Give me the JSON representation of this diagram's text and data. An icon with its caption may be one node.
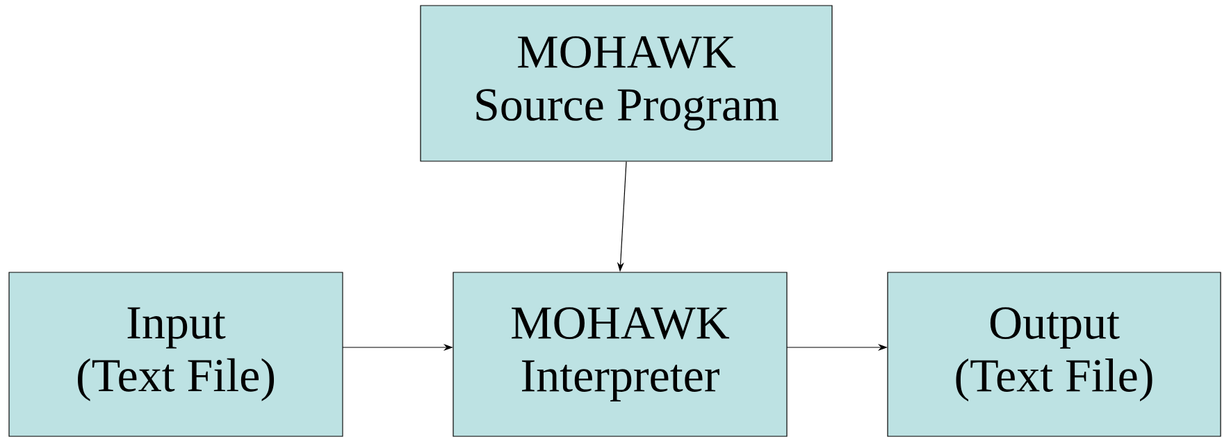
{
  "diagram": {
    "nodes": [
      {
        "text": [
          "MOHAWK",
          "Source Program"
        ]
      },
      {
        "text": [
          "Input",
          "(Text File)"
        ]
      },
      {
        "text": [
          "MOHAWK",
          "Interpreter"
        ]
      },
      {
        "text": [
          "Output",
          "(Text File)"
        ]
      }
    ],
    "edges": [
      {
        "from": 0,
        "to": 2,
        "arrow": "to"
      },
      {
        "from": 1,
        "to": 2,
        "arrow": "to"
      },
      {
        "from": 2,
        "to": 3,
        "arrow": "to"
      }
    ]
  }
}
